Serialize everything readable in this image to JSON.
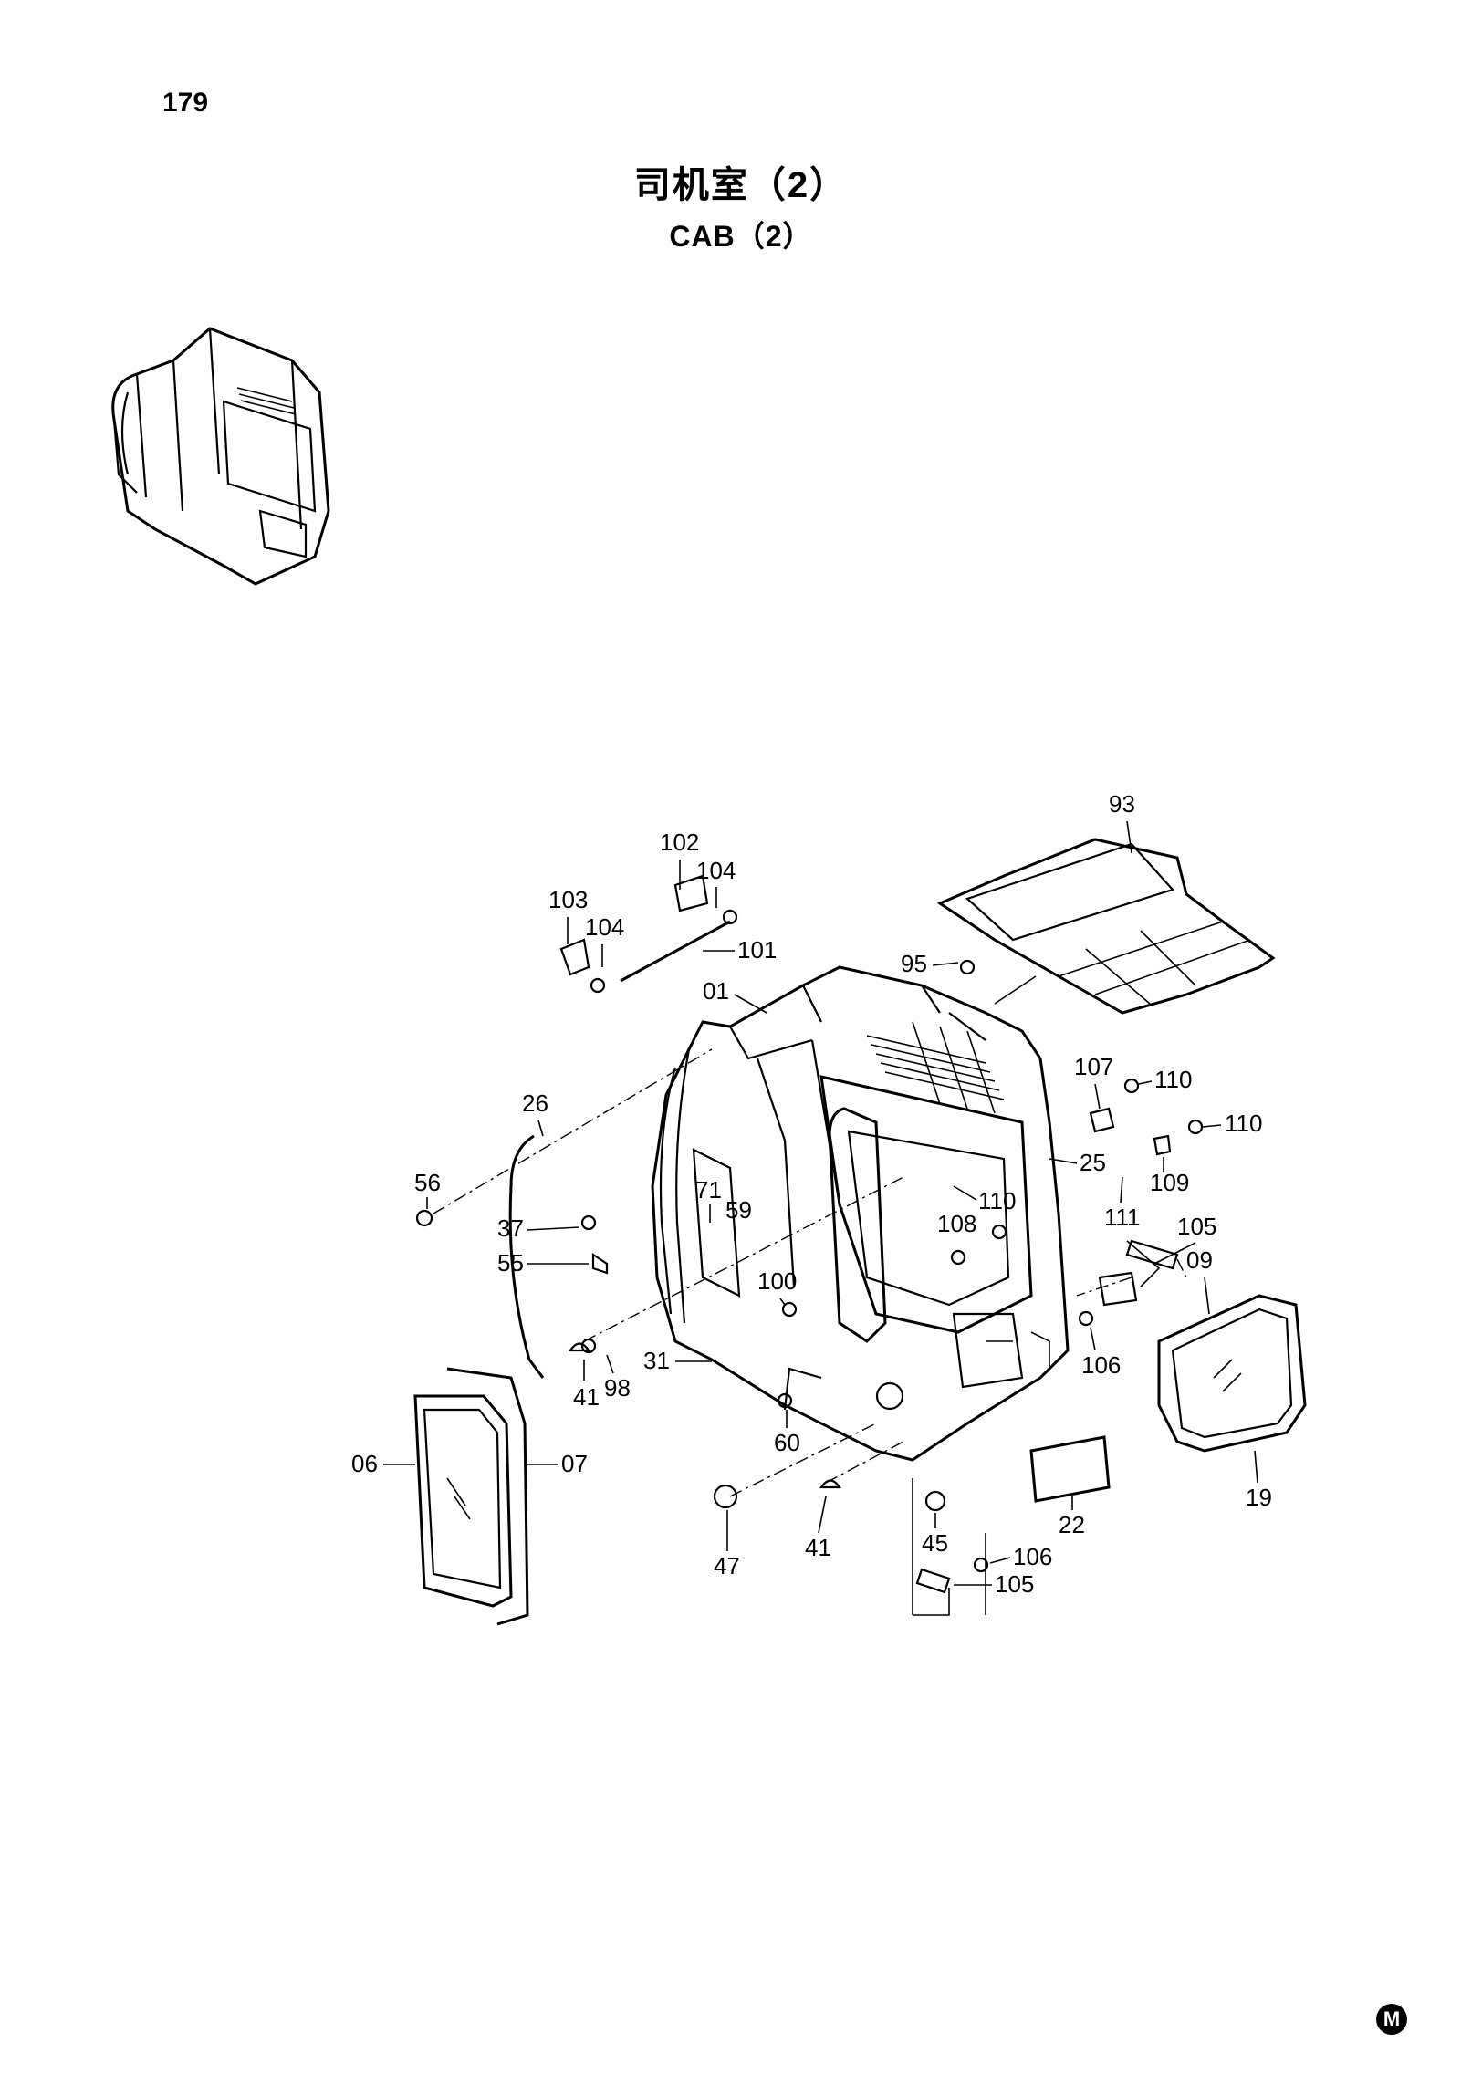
{
  "page": {
    "number": "179",
    "title_cn": "司机室（2）",
    "title_en": "CAB（2）",
    "corner_mark": "M"
  },
  "callouts": [
    "93",
    "102",
    "104",
    "103",
    "104",
    "101",
    "95",
    "01",
    "107",
    "110",
    "110",
    "25",
    "26",
    "56",
    "71",
    "59",
    "110",
    "108",
    "109",
    "37",
    "55",
    "111",
    "105",
    "09",
    "100",
    "41",
    "98",
    "31",
    "06",
    "07",
    "60",
    "106",
    "22",
    "19",
    "47",
    "41",
    "45",
    "106",
    "105"
  ]
}
